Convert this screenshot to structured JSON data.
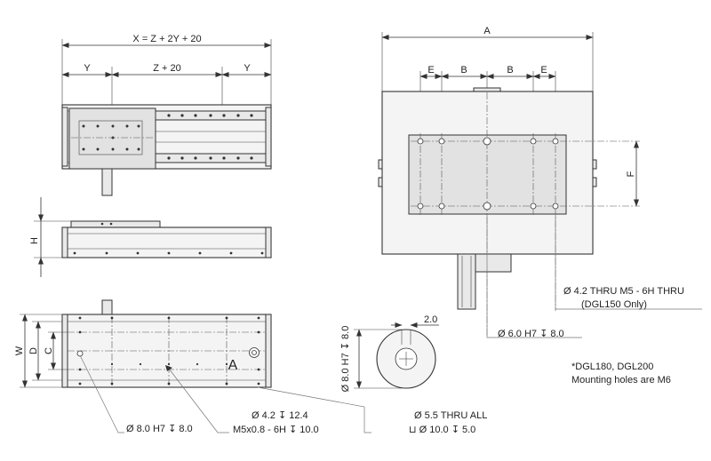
{
  "colors": {
    "line": "#333333",
    "body_fill": "#f4f4f4",
    "plate_fill": "#e2e2e2",
    "background": "#ffffff"
  },
  "top_view": {
    "overall_dim": "X = Z + 2Y + 20",
    "left_dim": "Y",
    "center_dim": "Z + 20",
    "right_dim": "Y"
  },
  "side_view": {
    "height_dim": "H"
  },
  "bottom_view": {
    "w_dim": "W",
    "d_dim": "D",
    "c_dim": "C",
    "section_marker": "A",
    "callout_pin": "Ø 8.0 H7 ↧ 8.0",
    "callout_tap_depth": "Ø 4.2  ↧ 12.4",
    "callout_tap": "M5x0.8 - 6H  ↧ 10.0",
    "callout_thru": "Ø 5.5 THRU ALL",
    "callout_cbore": "⊔  Ø 10.0  ↧ 5.0"
  },
  "detail_view": {
    "depth_dim": "Ø 8.0 H7 ↧ 8.0",
    "width_dim": "2.0"
  },
  "end_view": {
    "a_dim": "A",
    "e_left": "E",
    "b_left": "B",
    "b_right": "B",
    "e_right": "E",
    "f_dim": "F",
    "callout_thru": "Ø  4.2 THRU M5 - 6H THRU",
    "callout_only": "(DGL150 Only)",
    "callout_pin": "Ø 6.0 H7  ↧ 8.0"
  },
  "note": {
    "line1": "*DGL180, DGL200",
    "line2": "Mounting holes are M6"
  }
}
